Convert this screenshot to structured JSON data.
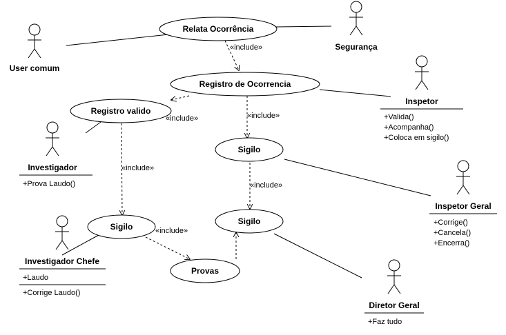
{
  "actors": {
    "user_comum": "User comum",
    "seguranca": "Segurança",
    "inspetor": "Inspetor",
    "investigador": "Investigador",
    "inspetor_geral": "Inspetor Geral",
    "investigador_chefe": "Investigador Chefe",
    "diretor_geral": "Diretor Geral"
  },
  "use_cases": {
    "relata_ocorrencia": "Relata Ocorrência",
    "registro_ocorrencia": "Registro de Ocorrencia",
    "registro_valido": "Registro valido",
    "sigilo_center": "Sigilo",
    "sigilo_left": "Sigilo",
    "sigilo_right": "Sigilo",
    "provas": "Provas"
  },
  "stereotype": "«include»",
  "members": {
    "inspetor": [
      "+Valida()",
      "+Acompanha()",
      "+Coloca em sigilo()"
    ],
    "investigador": [
      "+Prova Laudo()"
    ],
    "inspetor_geral": [
      "+Corrige()",
      "+Cancela()",
      "+Encerra()"
    ],
    "investigador_chefe_attrs": [
      "+Laudo"
    ],
    "investigador_chefe_ops": [
      "+Corrige Laudo()"
    ],
    "diretor_geral": [
      "+Faz tudo"
    ]
  }
}
